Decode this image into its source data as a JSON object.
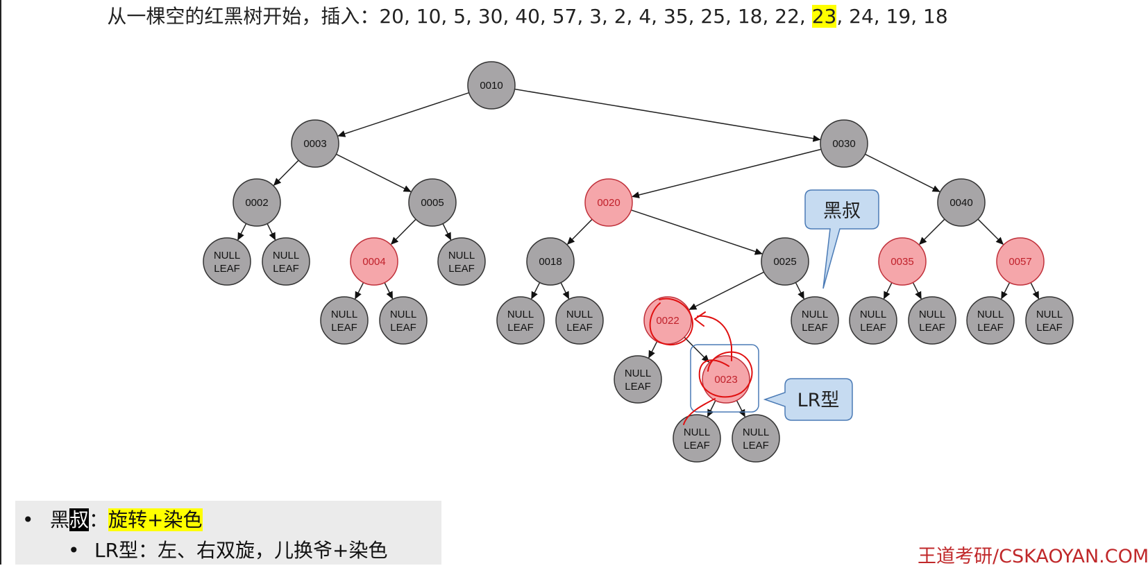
{
  "title": {
    "before": "从一棵空的红黑树开始，插入：20, 10, 5, 30, 40, 57, 3, 2, 4, 35, 25, 18, 22, ",
    "highlight": "23",
    "after": ", 24, 19, 18"
  },
  "colors": {
    "black_node": "#a7a5a7",
    "red_node": "#f5a6aa",
    "red_stroke": "#c0303a",
    "callout_fill": "#c6dbf1",
    "callout_stroke": "#4a7ab5",
    "annotation_pen": "#e01010"
  },
  "tree": {
    "nodes": [
      {
        "id": "n10",
        "label": "0010",
        "color": "black"
      },
      {
        "id": "n03",
        "label": "0003",
        "color": "black"
      },
      {
        "id": "n30",
        "label": "0030",
        "color": "black"
      },
      {
        "id": "n02",
        "label": "0002",
        "color": "black"
      },
      {
        "id": "n05",
        "label": "0005",
        "color": "black"
      },
      {
        "id": "n20",
        "label": "0020",
        "color": "red"
      },
      {
        "id": "n40",
        "label": "0040",
        "color": "black"
      },
      {
        "id": "n04",
        "label": "0004",
        "color": "red"
      },
      {
        "id": "n18",
        "label": "0018",
        "color": "black"
      },
      {
        "id": "n25",
        "label": "0025",
        "color": "black"
      },
      {
        "id": "n35",
        "label": "0035",
        "color": "red"
      },
      {
        "id": "n57",
        "label": "0057",
        "color": "red"
      },
      {
        "id": "n22",
        "label": "0022",
        "color": "red"
      },
      {
        "id": "n23",
        "label": "0023",
        "color": "red"
      }
    ],
    "null_leaf": {
      "line1": "NULL",
      "line2": "LEAF",
      "count": 15
    },
    "edges": [
      [
        "n10",
        "n03"
      ],
      [
        "n10",
        "n30"
      ],
      [
        "n03",
        "n02"
      ],
      [
        "n03",
        "n05"
      ],
      [
        "n30",
        "n20"
      ],
      [
        "n30",
        "n40"
      ],
      [
        "n02",
        "L1"
      ],
      [
        "n02",
        "L2"
      ],
      [
        "n05",
        "n04"
      ],
      [
        "n05",
        "L3"
      ],
      [
        "n20",
        "n18"
      ],
      [
        "n20",
        "n25"
      ],
      [
        "n40",
        "n35"
      ],
      [
        "n40",
        "n57"
      ],
      [
        "n04",
        "L4"
      ],
      [
        "n04",
        "L5"
      ],
      [
        "n18",
        "L6"
      ],
      [
        "n18",
        "L7"
      ],
      [
        "n25",
        "n22"
      ],
      [
        "n25",
        "L8"
      ],
      [
        "n35",
        "L9"
      ],
      [
        "n35",
        "L10"
      ],
      [
        "n57",
        "L11"
      ],
      [
        "n57",
        "L12"
      ],
      [
        "n22",
        "L13"
      ],
      [
        "n22",
        "n23"
      ],
      [
        "n23",
        "L14"
      ],
      [
        "n23",
        "L15"
      ]
    ]
  },
  "callouts": {
    "uncle": "黑叔",
    "type": "LR型"
  },
  "notes": {
    "line1_prefix": "黑",
    "line1_black": "叔",
    "line1_colon": "：",
    "line1_yellow": "旋转+染色",
    "line2": "LR型：左、右双旋，儿换爷+染色"
  },
  "watermark": "王道考研/CSKAOYAN.COM"
}
